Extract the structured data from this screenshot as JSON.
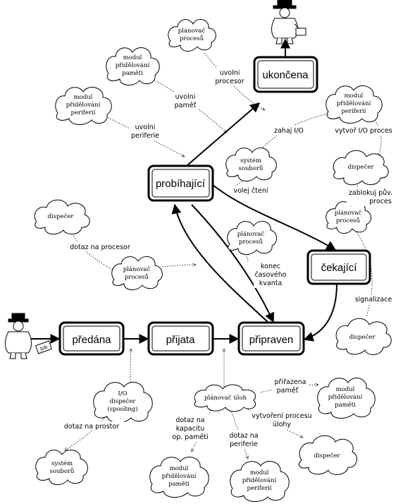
{
  "states": {
    "predana": "předána",
    "prijata": "přijata",
    "pripraven": "připraven",
    "probihajici": "probíhající",
    "cekajici": "čekající",
    "ukoncena": "ukončena"
  },
  "clouds": {
    "planovac_top": [
      "plánovač",
      "procesů"
    ],
    "modul_pameti_top": [
      "modul",
      "přidělování",
      "paměti"
    ],
    "modul_periferii_left": [
      "modul",
      "přidělování",
      "periferií"
    ],
    "modul_periferii_right": [
      "modul",
      "přidělování",
      "periferií"
    ],
    "system_souboru_mid": [
      "systém",
      "souborů"
    ],
    "dispecer_right_top": [
      "dispečer"
    ],
    "planovac_right": [
      "plánovač",
      "procesů"
    ],
    "dispecer_left": [
      "dispečer"
    ],
    "planovac_mid": [
      "plánovač",
      "procesů"
    ],
    "planovac_left": [
      "plánovač",
      "procesů"
    ],
    "dispecer_right_low": [
      "dispečer"
    ],
    "io_dispecer": [
      "I/O",
      "dispečer",
      "(spooling)"
    ],
    "system_souboru_bottom": [
      "systém",
      "souborů"
    ],
    "planovac_uloh": [
      "plánovač úloh"
    ],
    "modul_pameti_bottom_right": [
      "modul",
      "přidělování",
      "paměti"
    ],
    "dispecer_bottom_right": [
      "dispečer"
    ],
    "modul_pameti_bottom": [
      "modul",
      "přidělování",
      "paměti"
    ],
    "modul_periferii_bottom": [
      "modul",
      "přidělování",
      "periferií"
    ]
  },
  "edge_labels": {
    "uvolni_procesor": [
      "uvolni",
      "procesor"
    ],
    "uvolni_pamet": [
      "uvolni",
      "paměť"
    ],
    "uvolni_periferie": [
      "uvolni",
      "periferie"
    ],
    "zahaj_io": [
      "zahaj I/O"
    ],
    "vytvor_io": [
      "vytvoř I/O proces"
    ],
    "volej_cteni": [
      "volej čtení"
    ],
    "zablokuj": [
      "zablokuj pův.",
      "proces"
    ],
    "dotaz_procesor": [
      "dotaz na procesor"
    ],
    "konec_kvanta": [
      "konec",
      "časového",
      "kvanta"
    ],
    "signalizace": [
      "signalizace"
    ],
    "prirazena_pamet": [
      "přiřazena",
      "paměť"
    ],
    "vytvoreni_procesu": [
      "vytvoření procesu",
      "úlohy"
    ],
    "dotaz_kapacitu": [
      "dotaz na",
      "kapacitu",
      "op. paměti"
    ],
    "dotaz_periferie": [
      "dotaz na",
      "periferie"
    ],
    "dotaz_prostor": [
      "dotaz na prostor"
    ]
  },
  "figures": {
    "person_right_tag": "Job"
  }
}
